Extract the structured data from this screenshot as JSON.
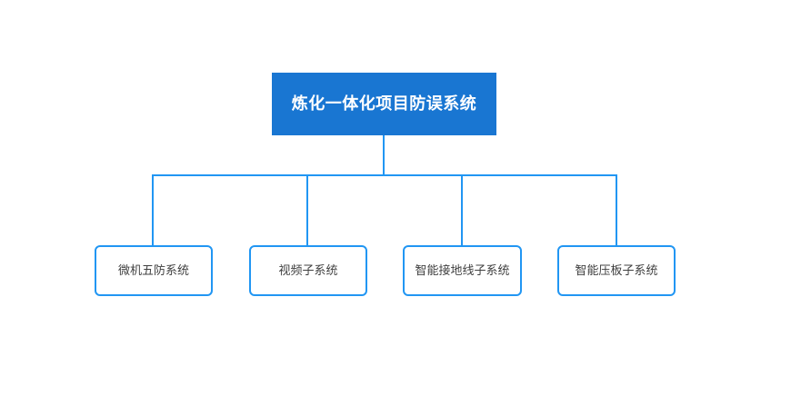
{
  "diagram": {
    "type": "org-chart",
    "background_color": "#ffffff",
    "accent_color": "#1976d2",
    "line_color": "#2196f3",
    "root": {
      "label": "炼化一体化项目防误系统",
      "fill_color": "#1976d2",
      "text_color": "#ffffff"
    },
    "children": [
      {
        "label": "微机五防系统",
        "border_color": "#2196f3",
        "text_color": "#404040"
      },
      {
        "label": "视频子系统",
        "border_color": "#2196f3",
        "text_color": "#404040"
      },
      {
        "label": "智能接地线子系统",
        "border_color": "#2196f3",
        "text_color": "#404040"
      },
      {
        "label": "智能压板子系统",
        "border_color": "#2196f3",
        "text_color": "#404040"
      }
    ]
  }
}
